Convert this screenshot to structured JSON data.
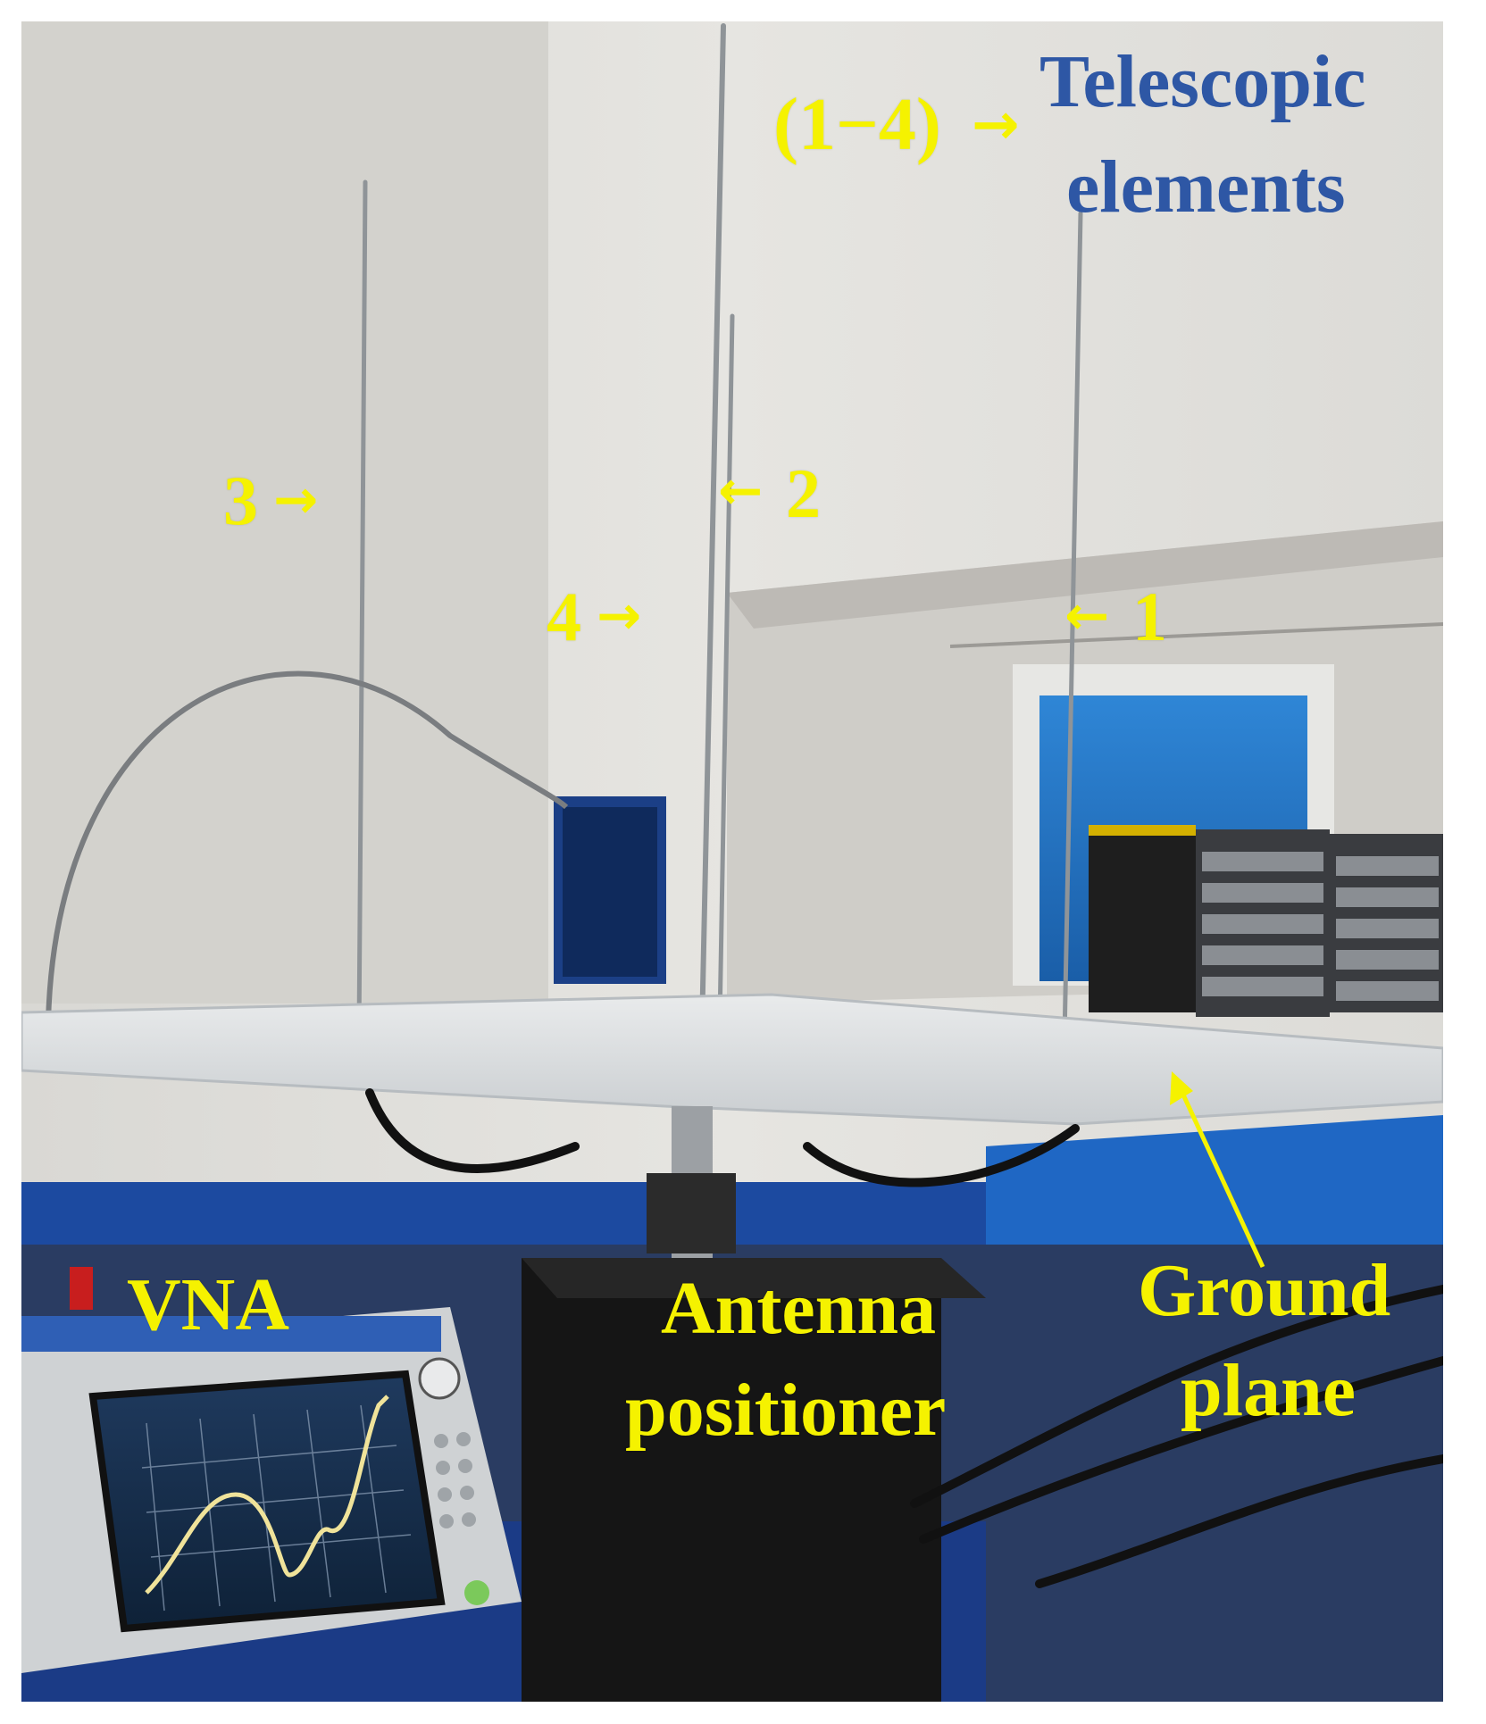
{
  "labels": {
    "element_range": "(1−4)",
    "telescopic_line1": "Telescopic",
    "telescopic_line2": "elements",
    "el1": "1",
    "el2": "2",
    "el3": "3",
    "el4": "4",
    "vna": "VNA",
    "positioner_line1": "Antenna",
    "positioner_line2": "positioner",
    "ground_line1": "Ground",
    "ground_line2": "plane"
  },
  "icons": {
    "arrow_right": "right-arrow-icon",
    "arrow_left": "left-arrow-icon"
  },
  "colors": {
    "annotation": "#f5f200",
    "title": "#2e57a5"
  }
}
